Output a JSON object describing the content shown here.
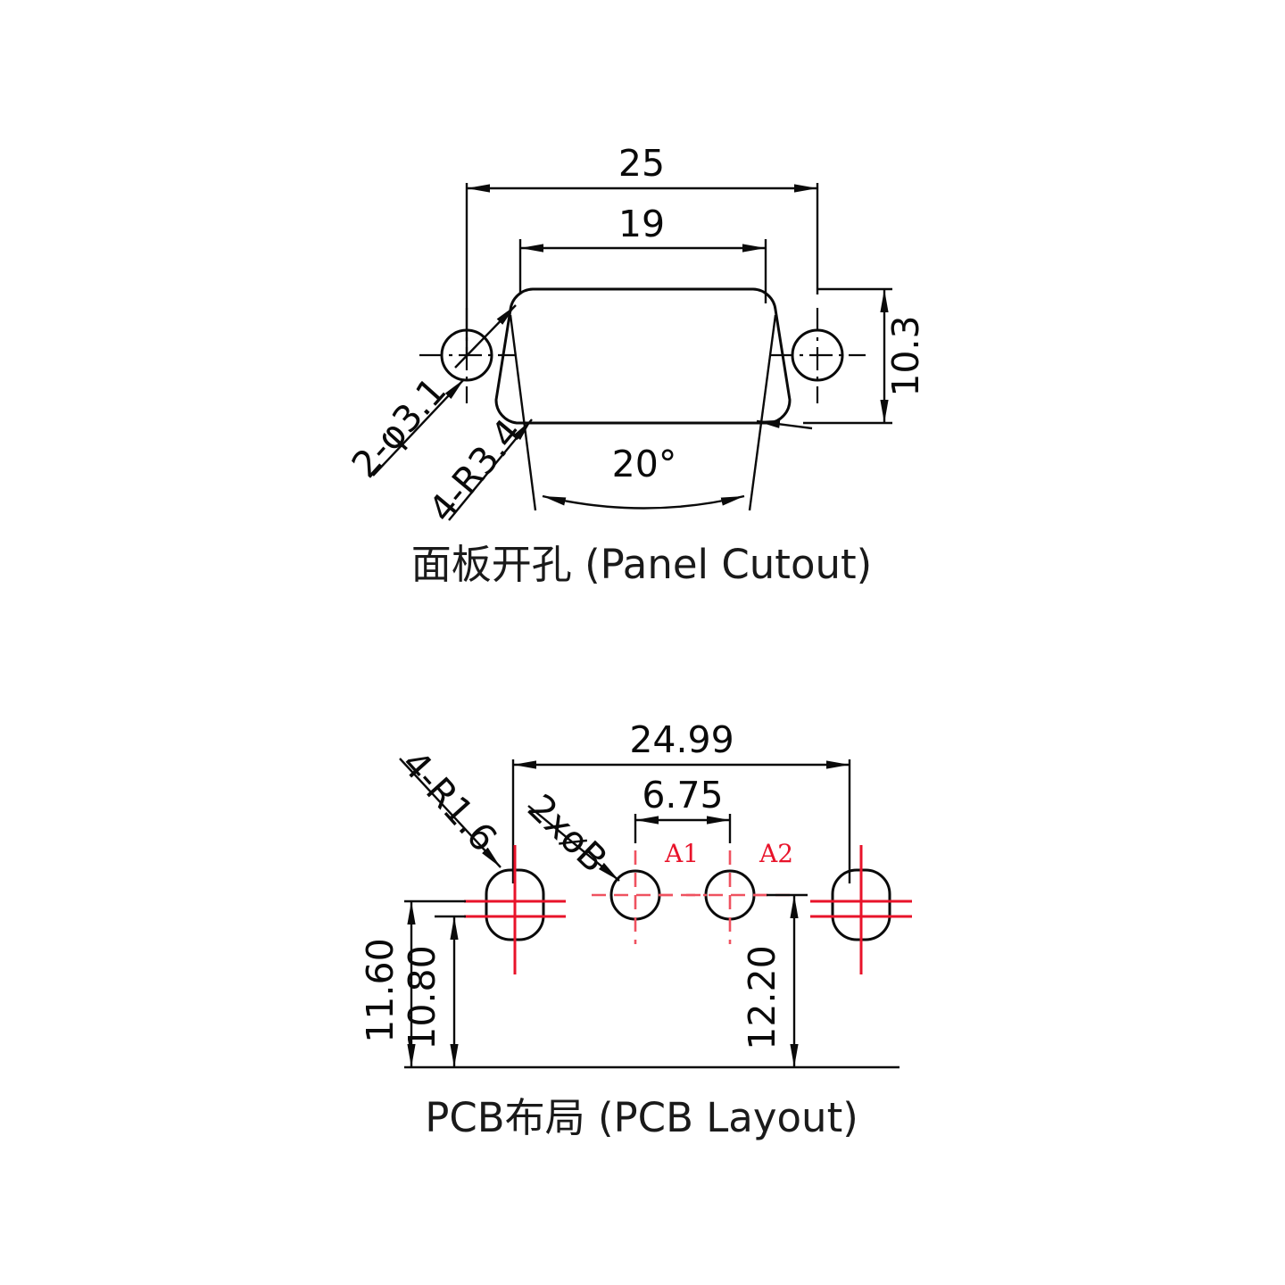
{
  "sheet": {
    "background_color": "#ffffff",
    "line_color": "#0a0a0a",
    "accent_color": "#e8132a"
  },
  "panel_cutout": {
    "caption": "面板开孔 (Panel Cutout)",
    "dimensions": {
      "overall_width": "25",
      "cutout_top_width": "19",
      "height": "10.3",
      "draft_angle": "20°",
      "hole_callout": "2-φ3.1",
      "radius_callout": "4-R3.4"
    }
  },
  "pcb_layout": {
    "caption": "PCB布局 (PCB Layout)",
    "dimensions": {
      "overall_width": "24.99",
      "pin_pitch": "6.75",
      "mount_pad_height": "11.60",
      "mount_pad_inner_height": "10.80",
      "signal_row_height": "12.20",
      "radius_callout": "4-R1.6",
      "hole_callout": "2xøB"
    },
    "pin_labels": [
      "A1",
      "A2"
    ]
  }
}
